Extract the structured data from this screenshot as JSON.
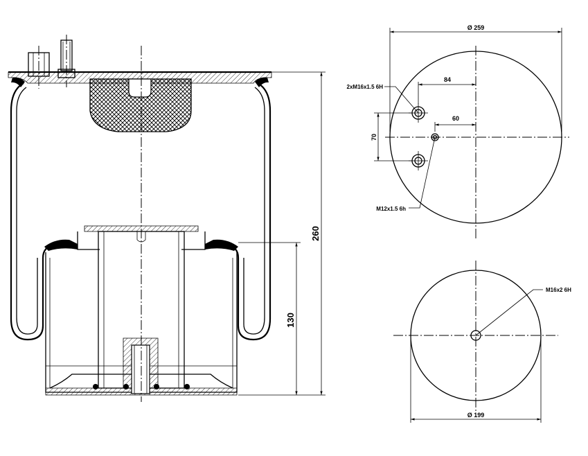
{
  "side_view": {
    "height_label": "260",
    "piston_height_label": "130"
  },
  "top_view": {
    "diameter_label": "Ø 259",
    "offset_84_label": "84",
    "offset_60_label": "60",
    "spacing_70_label": "70",
    "bolt_callout": "2xM16x1.5 6H",
    "airport_callout": "M12x1.5 6h"
  },
  "bottom_view": {
    "diameter_label": "Ø 199",
    "thread_callout": "M16x2 6H"
  }
}
